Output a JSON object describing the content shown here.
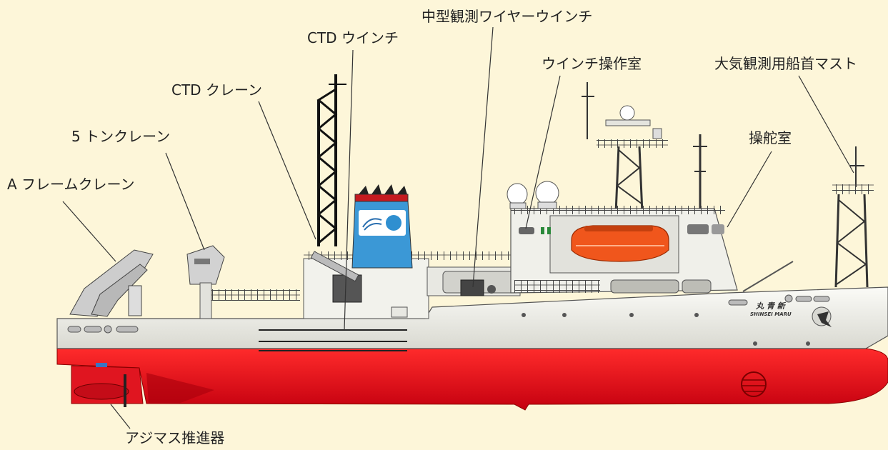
{
  "labels": {
    "mid_wire_winch": "中型観測ワイヤーウインチ",
    "ctd_winch": "CTD ウインチ",
    "winch_control_room": "ウインチ操作室",
    "bow_mast": "大気観測用船首マスト",
    "ctd_crane": "CTD クレーン",
    "five_ton_crane": "5 トンクレーン",
    "bridge": "操舵室",
    "a_frame_crane": "A フレームクレーン",
    "azimuth_thruster": "アジマス推進器"
  },
  "hull": {
    "name_kanji": "丸 青 新",
    "name_roman": "SHINSEI MARU"
  },
  "colors": {
    "background": "#fdf6d9",
    "funnel_blue": "#3b98d6",
    "lifeboat": "#f0561c",
    "superstructure": "#f0f0ea"
  }
}
